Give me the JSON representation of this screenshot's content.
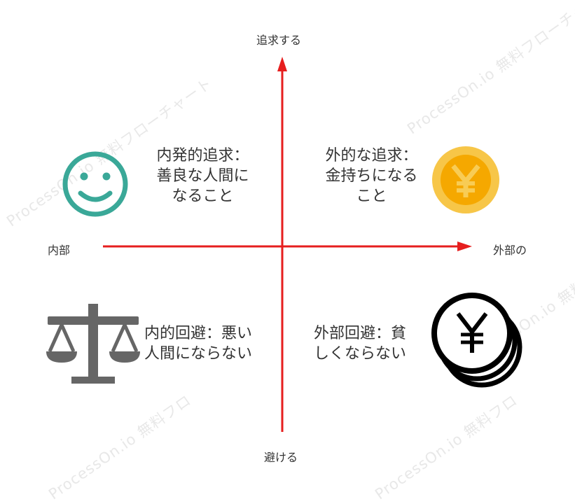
{
  "watermark": {
    "text1": "ProcessOn.io 無料フローチャート",
    "text2": "ProcessOn.io 無料フローチャート",
    "text3": "ProcessOn.io 無料フロ",
    "text4": "ProcessOn.io 無料フロ",
    "text5": "ProcessOn.io 無料フロ"
  },
  "axes": {
    "top": "追求する",
    "bottom": "避ける",
    "left": "内部",
    "right": "外部の",
    "arrow_color": "#e61e1e"
  },
  "quadrants": {
    "top_left": {
      "lines": [
        "内発的追求：",
        "善良な人間に",
        "なること"
      ],
      "icon": "smiley-icon"
    },
    "top_right": {
      "lines": [
        "外的な追求：",
        "金持ちになる",
        "こと"
      ],
      "icon": "yen-coin-icon"
    },
    "bottom_left": {
      "lines": [
        "内的回避：悪い",
        "人間にならない"
      ],
      "icon": "scales-icon"
    },
    "bottom_right": {
      "lines": [
        "外部回避：貧",
        "しくならない"
      ],
      "icon": "yen-stack-icon"
    }
  },
  "colors": {
    "smiley": "#3aa898",
    "coin_outer": "#f7c648",
    "coin_inner": "#f5a800",
    "scales": "#666666"
  }
}
